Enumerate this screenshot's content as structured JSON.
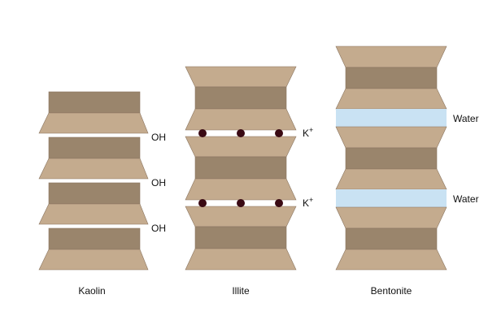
{
  "colors": {
    "tetrahedral": "#c4ab8e",
    "octahedral": "#9a856c",
    "water": "#c9e2f3",
    "outline": "#8a7560",
    "cation": "#3a0a14"
  },
  "columns": [
    {
      "name": "Kaolin",
      "interlayer": [
        "OH",
        "OH",
        "OH"
      ]
    },
    {
      "name": "Illite",
      "interlayer_prefix": "K",
      "interlayer_sup": "+"
    },
    {
      "name": "Bentonite",
      "interlayer": [
        "Water",
        "Water"
      ]
    }
  ]
}
